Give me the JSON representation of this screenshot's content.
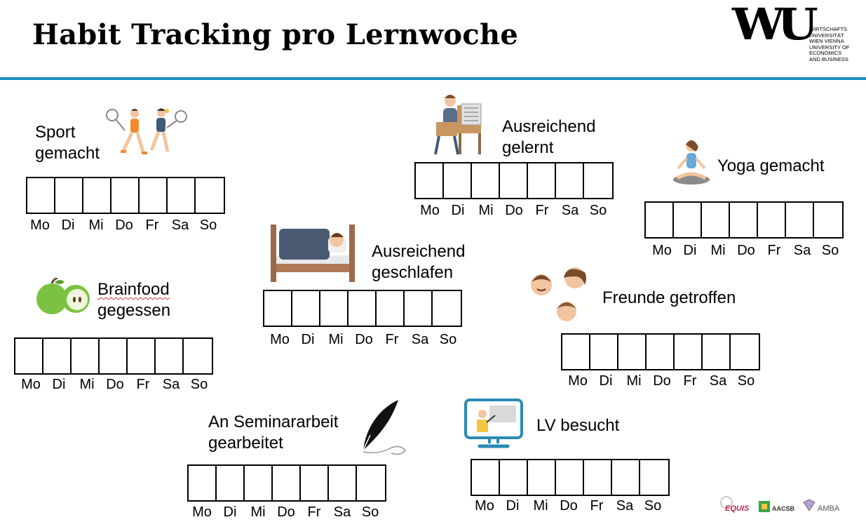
{
  "header": {
    "title": "Habit Tracking pro Lernwoche",
    "logo_mark": "WU",
    "logo_sub": "WIRTSCHAFTS\nUNIVERSITÄT\nWIEN VIENNA\nUNIVERSITY OF\nECONOMICS\nAND BUSINESS",
    "accent_color": "#1a8dc4"
  },
  "days": [
    "Mo",
    "Di",
    "Mi",
    "Do",
    "Fr",
    "Sa",
    "So"
  ],
  "habits": {
    "sport": {
      "line1": "Sport",
      "line2": "gemacht",
      "icon": "tennis-players-icon"
    },
    "gelernt": {
      "line1": "Ausreichend",
      "line2": "gelernt",
      "icon": "studying-person-icon"
    },
    "yoga": {
      "line1": "Yoga gemacht",
      "icon": "yoga-person-icon"
    },
    "schlafen": {
      "line1": "Ausreichend",
      "line2": "geschlafen",
      "icon": "sleeping-in-bed-icon"
    },
    "brainfood": {
      "line1": "Brainfood",
      "line2": "gegessen",
      "icon": "apple-icon"
    },
    "freunde": {
      "line1": "Freunde getroffen",
      "icon": "friends-faces-icon"
    },
    "seminar": {
      "line1": "An Seminararbeit",
      "line2": "gearbeitet",
      "icon": "quill-feather-icon"
    },
    "lv": {
      "line1": "LV besucht",
      "icon": "presentation-monitor-icon"
    }
  },
  "accreditations": [
    "EQUIS",
    "AACSB",
    "AMBA"
  ]
}
